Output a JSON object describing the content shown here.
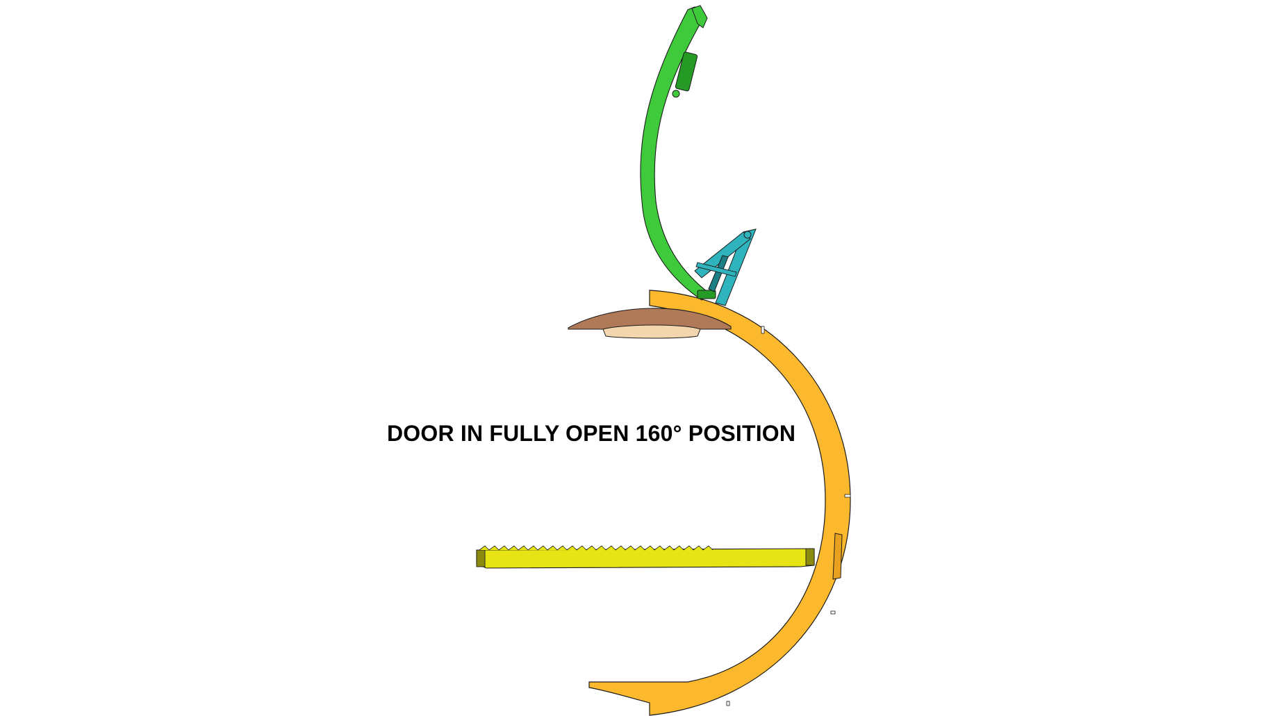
{
  "caption": "DOOR IN FULLY OPEN 160° POSITION",
  "colors": {
    "outer_door_shell": "#FDB92E",
    "outer_door_edge": "#9A6A12",
    "door_panel": "#3ECA3A",
    "door_panel_dark": "#259B25",
    "hinge_linkage": "#2FB4BE",
    "hinge_linkage_dark": "#1D7F86",
    "roof_cap": "#B07A58",
    "roof_cap_light": "#F4D6AE",
    "floor_tray": "#E7E415",
    "floor_tray_dark": "#8C8A10",
    "outline": "#1a1a1a"
  },
  "icons": {
    "outer_shell": "curved-shell-shape",
    "door": "curved-door-shape",
    "hinge": "hinge-linkage-shape",
    "cap": "roof-cap-shape",
    "tray": "floor-tray-shape"
  }
}
